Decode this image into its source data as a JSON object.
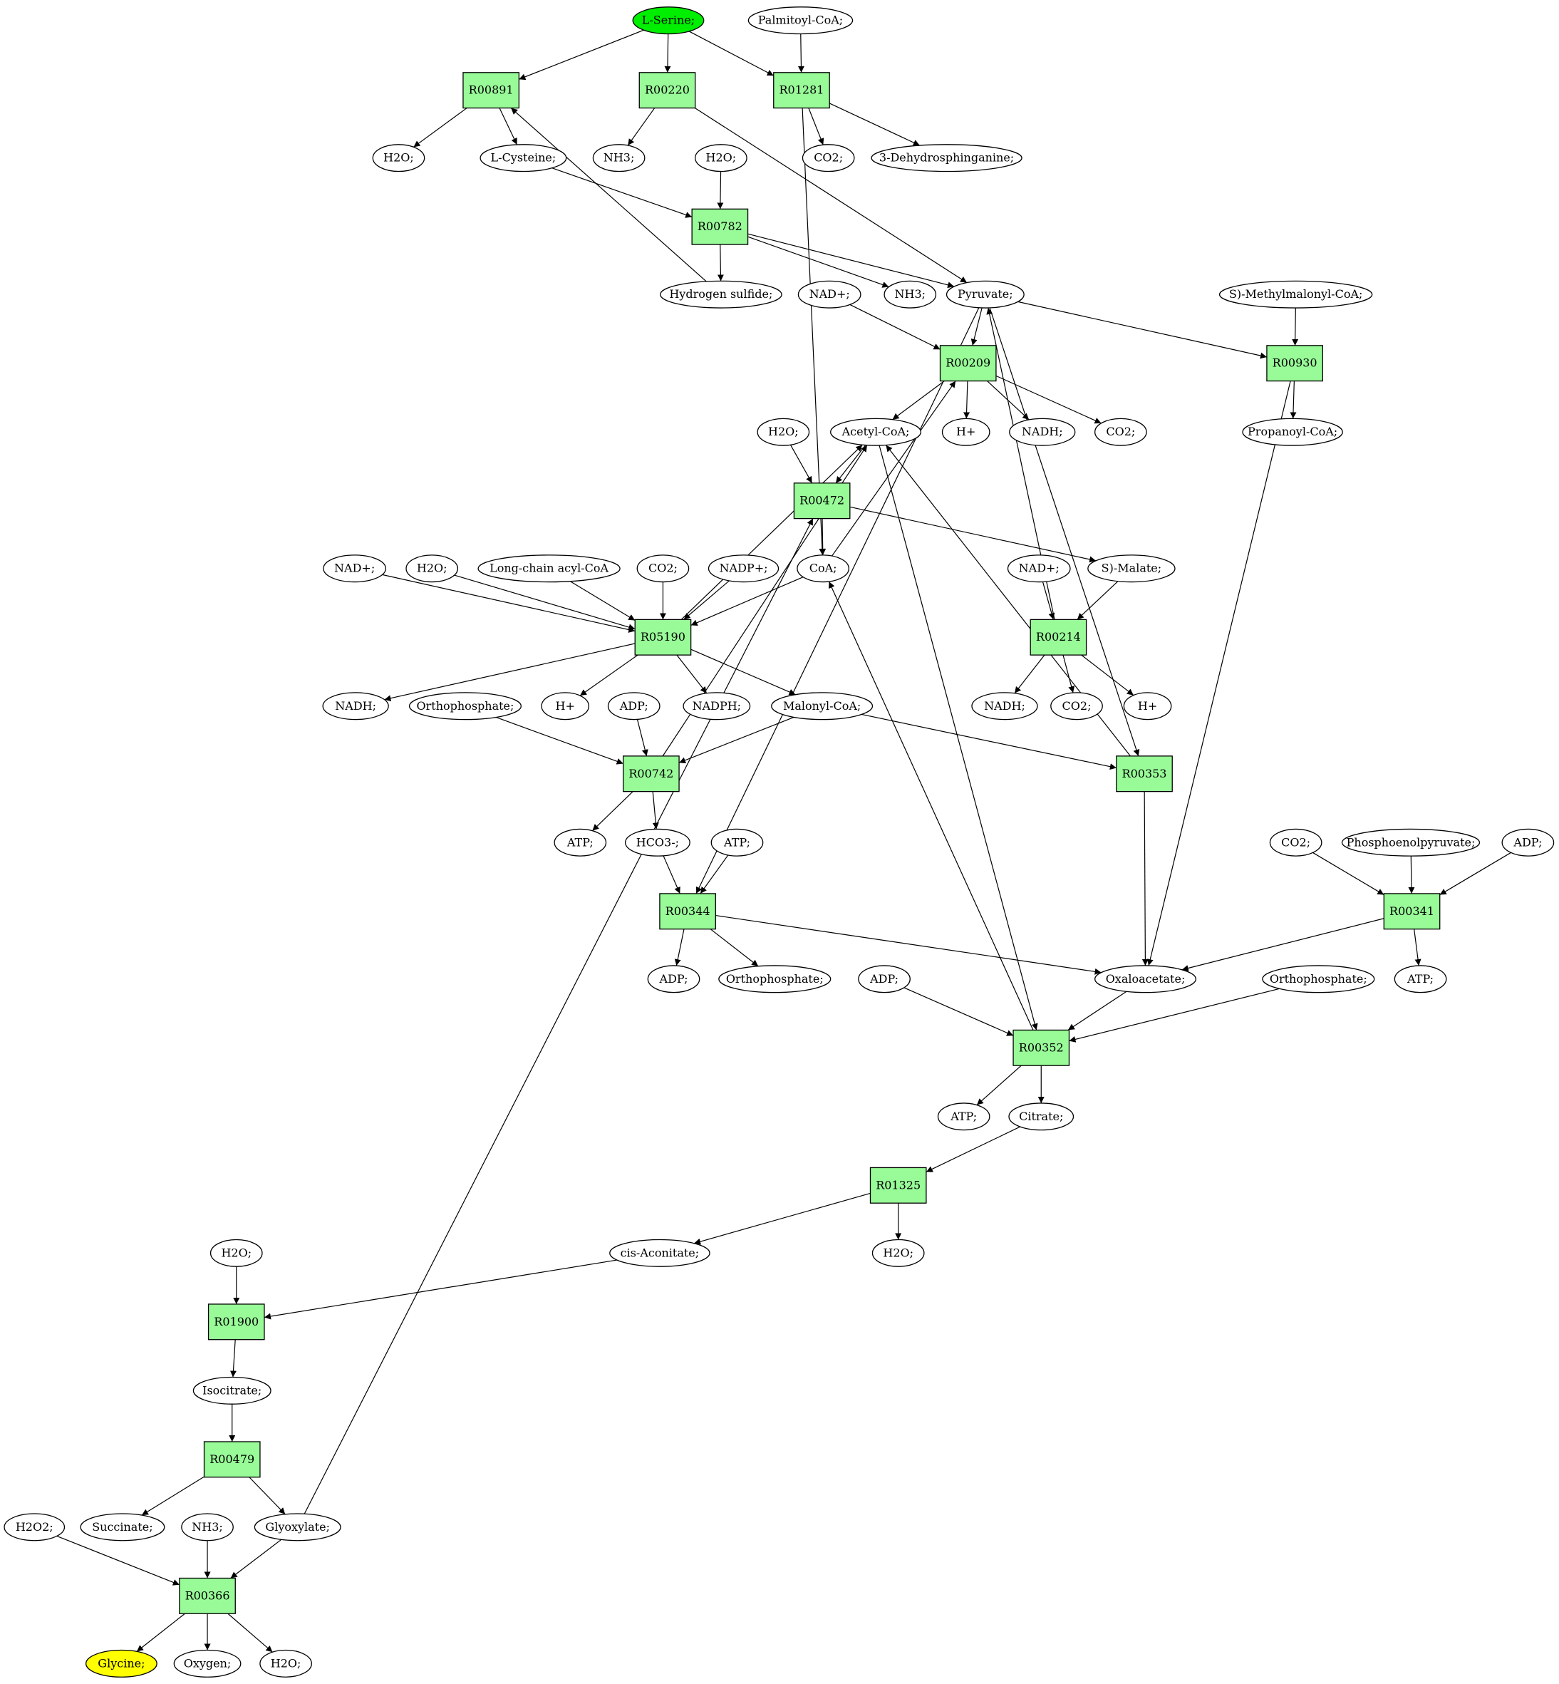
{
  "metabolites": [
    {
      "id": "serine",
      "label": "L-Serine;",
      "fill": "#00ee00"
    },
    {
      "id": "palmitoyl",
      "label": "Palmitoyl-CoA;"
    },
    {
      "id": "h2o_1",
      "label": "H2O;"
    },
    {
      "id": "cysteine",
      "label": "L-Cysteine;"
    },
    {
      "id": "nh3_1",
      "label": "NH3;"
    },
    {
      "id": "h2o_2",
      "label": "H2O;"
    },
    {
      "id": "co2_1",
      "label": "CO2;"
    },
    {
      "id": "dehydrosph",
      "label": "3-Dehydrosphinganine;"
    },
    {
      "id": "h2s",
      "label": "Hydrogen sulfide;"
    },
    {
      "id": "nadp_1",
      "label": "NAD+;"
    },
    {
      "id": "nh3_2",
      "label": "NH3;"
    },
    {
      "id": "pyruvate",
      "label": "Pyruvate;"
    },
    {
      "id": "methylmalonyl",
      "label": "S)-Methylmalonyl-CoA;"
    },
    {
      "id": "h2o_3",
      "label": "H2O;"
    },
    {
      "id": "acetylcoa",
      "label": "Acetyl-CoA;"
    },
    {
      "id": "hplus_1",
      "label": "H+"
    },
    {
      "id": "nadh_1",
      "label": "NADH;"
    },
    {
      "id": "co2_2",
      "label": "CO2;"
    },
    {
      "id": "propanoyl",
      "label": "Propanoyl-CoA;"
    },
    {
      "id": "nad_2",
      "label": "NAD+;"
    },
    {
      "id": "h2o_4",
      "label": "H2O;"
    },
    {
      "id": "longchain",
      "label": "Long-chain acyl-CoA"
    },
    {
      "id": "co2_3",
      "label": "CO2;"
    },
    {
      "id": "nadpplus",
      "label": "NADP+;"
    },
    {
      "id": "coa",
      "label": "CoA;"
    },
    {
      "id": "nad_3",
      "label": "NAD+;"
    },
    {
      "id": "malate",
      "label": "S)-Malate;"
    },
    {
      "id": "nadh_2",
      "label": "NADH;"
    },
    {
      "id": "orthop_1",
      "label": "Orthophosphate;"
    },
    {
      "id": "hplus_2",
      "label": "H+"
    },
    {
      "id": "adp_1",
      "label": "ADP;"
    },
    {
      "id": "nadph",
      "label": "NADPH;"
    },
    {
      "id": "malonyl",
      "label": "Malonyl-CoA;"
    },
    {
      "id": "nadh_3",
      "label": "NADH;"
    },
    {
      "id": "co2_4",
      "label": "CO2;"
    },
    {
      "id": "hplus_3",
      "label": "H+"
    },
    {
      "id": "atp_1",
      "label": "ATP;"
    },
    {
      "id": "hco3",
      "label": "HCO3-;"
    },
    {
      "id": "atp_2",
      "label": "ATP;"
    },
    {
      "id": "co2_5",
      "label": "CO2;"
    },
    {
      "id": "pep",
      "label": "Phosphoenolpyruvate;"
    },
    {
      "id": "adp_2",
      "label": "ADP;"
    },
    {
      "id": "adp_3",
      "label": "ADP;"
    },
    {
      "id": "orthop_2",
      "label": "Orthophosphate;"
    },
    {
      "id": "adp_4",
      "label": "ADP;"
    },
    {
      "id": "oxaloacetate",
      "label": "Oxaloacetate;"
    },
    {
      "id": "orthop_3",
      "label": "Orthophosphate;"
    },
    {
      "id": "atp_3",
      "label": "ATP;"
    },
    {
      "id": "atp_4",
      "label": "ATP;"
    },
    {
      "id": "citrate",
      "label": "Citrate;"
    },
    {
      "id": "h2o_5",
      "label": "H2O;"
    },
    {
      "id": "cisaconitate",
      "label": "cis-Aconitate;"
    },
    {
      "id": "h2o_6",
      "label": "H2O;"
    },
    {
      "id": "isocitrate",
      "label": "Isocitrate;"
    },
    {
      "id": "h2o2",
      "label": "H2O2;"
    },
    {
      "id": "succinate",
      "label": "Succinate;"
    },
    {
      "id": "nh3_3",
      "label": "NH3;"
    },
    {
      "id": "glyoxylate",
      "label": "Glyoxylate;"
    },
    {
      "id": "glycine",
      "label": "Glycine;",
      "fill": "#ffff00"
    },
    {
      "id": "oxygen",
      "label": "Oxygen;"
    },
    {
      "id": "h2o_7",
      "label": "H2O;"
    }
  ],
  "reactions": [
    {
      "id": "R00891",
      "label": "R00891"
    },
    {
      "id": "R00220",
      "label": "R00220"
    },
    {
      "id": "R01281",
      "label": "R01281"
    },
    {
      "id": "R00782",
      "label": "R00782"
    },
    {
      "id": "R00209",
      "label": "R00209"
    },
    {
      "id": "R00930",
      "label": "R00930"
    },
    {
      "id": "R00472",
      "label": "R00472"
    },
    {
      "id": "R05190",
      "label": "R05190"
    },
    {
      "id": "R00214",
      "label": "R00214"
    },
    {
      "id": "R00742",
      "label": "R00742"
    },
    {
      "id": "R00353",
      "label": "R00353"
    },
    {
      "id": "R00344",
      "label": "R00344"
    },
    {
      "id": "R00341",
      "label": "R00341"
    },
    {
      "id": "R00352",
      "label": "R00352"
    },
    {
      "id": "R01325",
      "label": "R01325"
    },
    {
      "id": "R01900",
      "label": "R01900"
    },
    {
      "id": "R00479",
      "label": "R00479"
    },
    {
      "id": "R00366",
      "label": "R00366"
    }
  ],
  "edges": [
    [
      "serine",
      "R00891"
    ],
    [
      "serine",
      "R00220"
    ],
    [
      "serine",
      "R01281"
    ],
    [
      "palmitoyl",
      "R01281"
    ],
    [
      "R00891",
      "h2o_1"
    ],
    [
      "R00891",
      "cysteine"
    ],
    [
      "R00220",
      "nh3_1"
    ],
    [
      "R00220",
      "pyruvate"
    ],
    [
      "R01281",
      "co2_1"
    ],
    [
      "R01281",
      "dehydrosph"
    ],
    [
      "R01281",
      "coa"
    ],
    [
      "cysteine",
      "R00782"
    ],
    [
      "h2o_2",
      "R00782"
    ],
    [
      "R00782",
      "h2s"
    ],
    [
      "R00782",
      "nh3_2"
    ],
    [
      "R00782",
      "pyruvate"
    ],
    [
      "h2s",
      "R00891"
    ],
    [
      "pyruvate",
      "R00209"
    ],
    [
      "nadp_1",
      "R00209"
    ],
    [
      "coa",
      "R00209"
    ],
    [
      "pyruvate",
      "R00930"
    ],
    [
      "pyruvate",
      "R00344"
    ],
    [
      "pyruvate",
      "R00353"
    ],
    [
      "methylmalonyl",
      "R00930"
    ],
    [
      "R00930",
      "propanoyl"
    ],
    [
      "R00930",
      "oxaloacetate"
    ],
    [
      "R00209",
      "acetylcoa"
    ],
    [
      "R00209",
      "hplus_1"
    ],
    [
      "R00209",
      "nadh_1"
    ],
    [
      "R00209",
      "co2_2"
    ],
    [
      "h2o_3",
      "R00472"
    ],
    [
      "acetylcoa",
      "R00472"
    ],
    [
      "glyoxylate",
      "R00472"
    ],
    [
      "R00472",
      "coa"
    ],
    [
      "R00472",
      "malate"
    ],
    [
      "nad_2",
      "R05190"
    ],
    [
      "h2o_4",
      "R05190"
    ],
    [
      "longchain",
      "R05190"
    ],
    [
      "co2_3",
      "R05190"
    ],
    [
      "nadpplus",
      "R05190"
    ],
    [
      "coa",
      "R05190"
    ],
    [
      "R05190",
      "acetylcoa"
    ],
    [
      "R05190",
      "nadh_2"
    ],
    [
      "R05190",
      "hplus_2"
    ],
    [
      "R05190",
      "nadph"
    ],
    [
      "R05190",
      "malonyl"
    ],
    [
      "nad_3",
      "R00214"
    ],
    [
      "malate",
      "R00214"
    ],
    [
      "R00214",
      "nadh_3"
    ],
    [
      "R00214",
      "co2_4"
    ],
    [
      "R00214",
      "hplus_3"
    ],
    [
      "R00214",
      "pyruvate"
    ],
    [
      "orthop_1",
      "R00742"
    ],
    [
      "adp_1",
      "R00742"
    ],
    [
      "malonyl",
      "R00742"
    ],
    [
      "R00742",
      "acetylcoa"
    ],
    [
      "R00742",
      "atp_1"
    ],
    [
      "R00742",
      "hco3"
    ],
    [
      "malonyl",
      "R00353"
    ],
    [
      "R00353",
      "acetylcoa"
    ],
    [
      "R00353",
      "oxaloacetate"
    ],
    [
      "hco3",
      "R00344"
    ],
    [
      "atp_2",
      "R00344"
    ],
    [
      "R00344",
      "adp_3"
    ],
    [
      "R00344",
      "orthop_2"
    ],
    [
      "R00344",
      "oxaloacetate"
    ],
    [
      "co2_5",
      "R00341"
    ],
    [
      "pep",
      "R00341"
    ],
    [
      "adp_2",
      "R00341"
    ],
    [
      "R00341",
      "oxaloacetate"
    ],
    [
      "R00341",
      "atp_3"
    ],
    [
      "adp_4",
      "R00352"
    ],
    [
      "oxaloacetate",
      "R00352"
    ],
    [
      "orthop_3",
      "R00352"
    ],
    [
      "acetylcoa",
      "R00352"
    ],
    [
      "R00352",
      "coa"
    ],
    [
      "R00352",
      "atp_4"
    ],
    [
      "R00352",
      "citrate"
    ],
    [
      "citrate",
      "R01325"
    ],
    [
      "R01325",
      "h2o_5"
    ],
    [
      "R01325",
      "cisaconitate"
    ],
    [
      "cisaconitate",
      "R01900"
    ],
    [
      "h2o_6",
      "R01900"
    ],
    [
      "R01900",
      "isocitrate"
    ],
    [
      "isocitrate",
      "R00479"
    ],
    [
      "R00479",
      "succinate"
    ],
    [
      "R00479",
      "glyoxylate"
    ],
    [
      "h2o2",
      "R00366"
    ],
    [
      "nh3_3",
      "R00366"
    ],
    [
      "glyoxylate",
      "R00366"
    ],
    [
      "R00366",
      "glycine"
    ],
    [
      "R00366",
      "oxygen"
    ],
    [
      "R00366",
      "h2o_7"
    ]
  ],
  "colors": {
    "reaction_fill": "#98fb98",
    "start_metabolite": "#00ee00",
    "end_metabolite": "#ffff00",
    "stroke": "#000000"
  }
}
